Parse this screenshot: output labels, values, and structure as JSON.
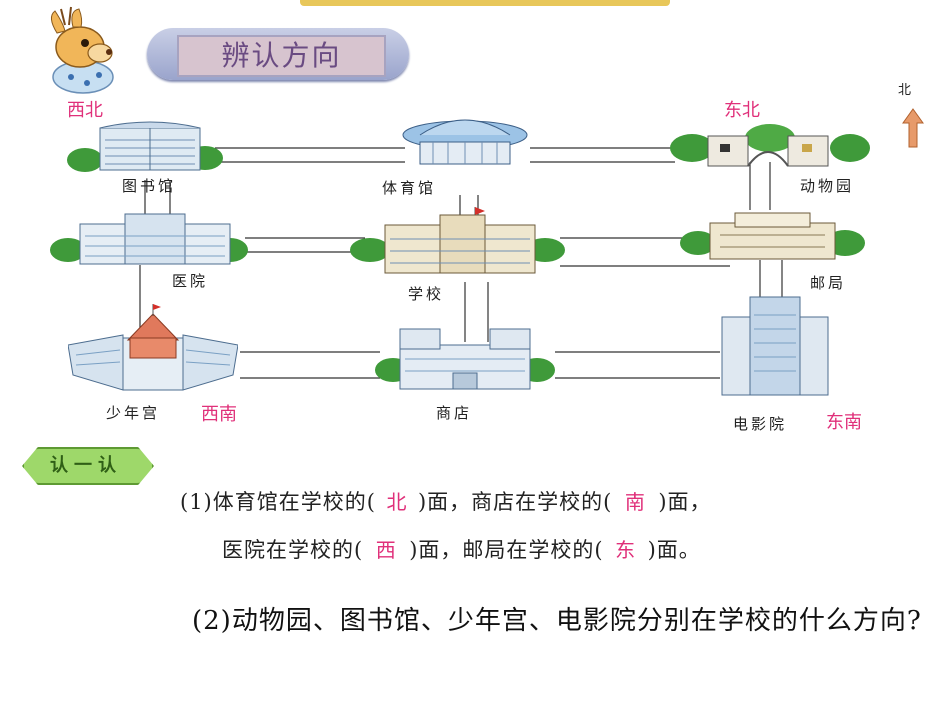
{
  "title": "辨认方向",
  "compass": {
    "north": "北"
  },
  "corners": {
    "northwest": "西北",
    "northeast": "东北",
    "southwest": "西南",
    "southeast": "东南"
  },
  "places": {
    "library": "图书馆",
    "gym": "体育馆",
    "zoo": "动物园",
    "hospital": "医院",
    "school": "学校",
    "post_office": "邮局",
    "youth_palace": "少年宫",
    "shop": "商店",
    "cinema": "电影院"
  },
  "activity_badge": "认一认",
  "question1": {
    "line1_a": "(1)体育馆在学校的(",
    "answer_a": "北",
    "line1_b": ")面，商店在学校的(",
    "answer_b": "南",
    "line1_c": ")面，",
    "line2_a": "医院在学校的(",
    "answer_c": "西",
    "line2_b": ")面，邮局在学校的(",
    "answer_d": "东",
    "line2_c": ")面。"
  },
  "question2": "(2)动物园、图书馆、少年宫、电影院分别在学校的什么方向?"
}
